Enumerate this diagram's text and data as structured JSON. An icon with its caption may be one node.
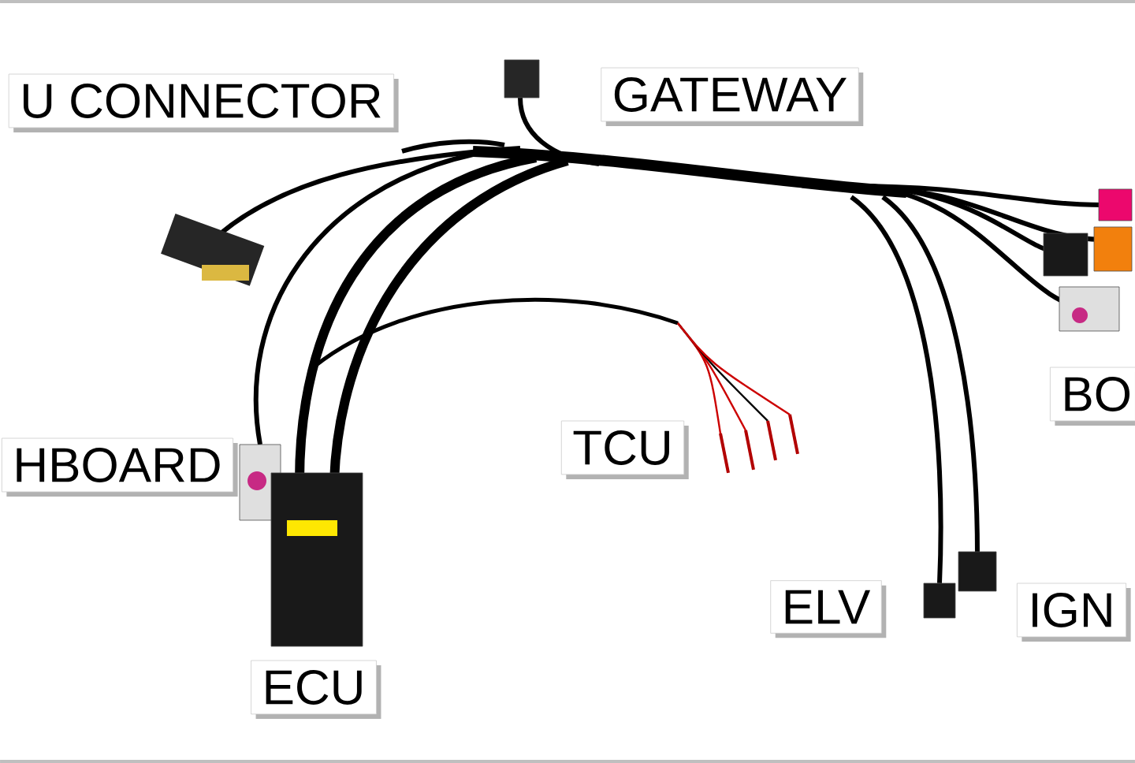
{
  "diagram": {
    "nodes": [
      {
        "text": [
          "U CONNECTOR"
        ]
      },
      {
        "text": [
          "GATEWAY"
        ]
      },
      {
        "text": [
          "BO"
        ]
      },
      {
        "text": [
          "TCU"
        ]
      },
      {
        "text": [
          "HBOARD"
        ]
      },
      {
        "text": [
          "ELV"
        ]
      },
      {
        "text": [
          "IGN"
        ]
      },
      {
        "text": [
          "ECU"
        ]
      }
    ]
  }
}
